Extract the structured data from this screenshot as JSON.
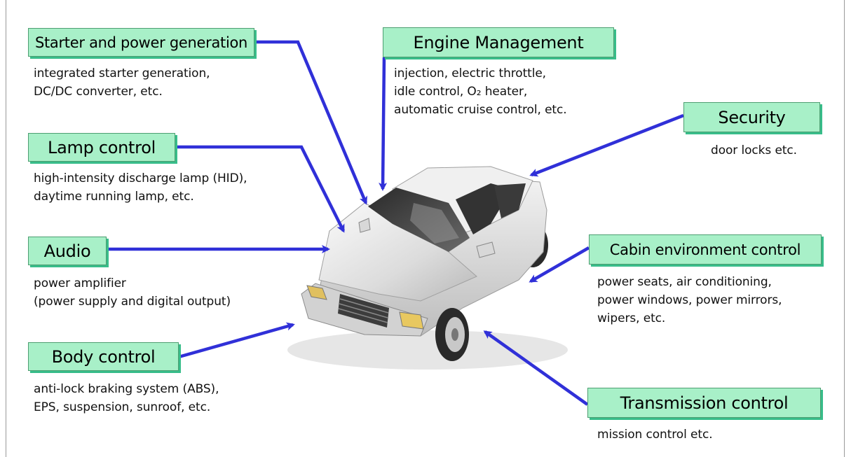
{
  "colors": {
    "label_fill": "#a8f0c8",
    "label_border": "#4d9e71",
    "label_shadow": "#38bd8a",
    "arrow": "#3030d8",
    "car_body": "#e8e8e8"
  },
  "categories": {
    "starter": {
      "title": "Starter and power generation",
      "lines": [
        "integrated starter generation,",
        "DC/DC converter, etc."
      ]
    },
    "lamp": {
      "title": "Lamp control",
      "lines": [
        "high-intensity discharge lamp (HID),",
        "daytime running lamp, etc."
      ]
    },
    "audio": {
      "title": "Audio",
      "lines": [
        "power amplifier",
        "(power supply and digital output)"
      ]
    },
    "body": {
      "title": "Body control",
      "lines": [
        "anti-lock braking system (ABS),",
        "EPS, suspension, sunroof, etc."
      ]
    },
    "engine": {
      "title": "Engine Management",
      "lines": [
        "injection, electric throttle,",
        "idle control, O₂ heater,",
        "automatic cruise control, etc."
      ]
    },
    "security": {
      "title": "Security",
      "lines": [
        "door locks etc."
      ]
    },
    "cabin": {
      "title": "Cabin environment control",
      "lines": [
        "power seats, air conditioning,",
        "power windows, power mirrors,",
        "wipers, etc."
      ]
    },
    "transmission": {
      "title": "Transmission control",
      "lines": [
        "mission control etc."
      ]
    }
  },
  "car_image": {
    "description_icon": "car-illustration"
  }
}
